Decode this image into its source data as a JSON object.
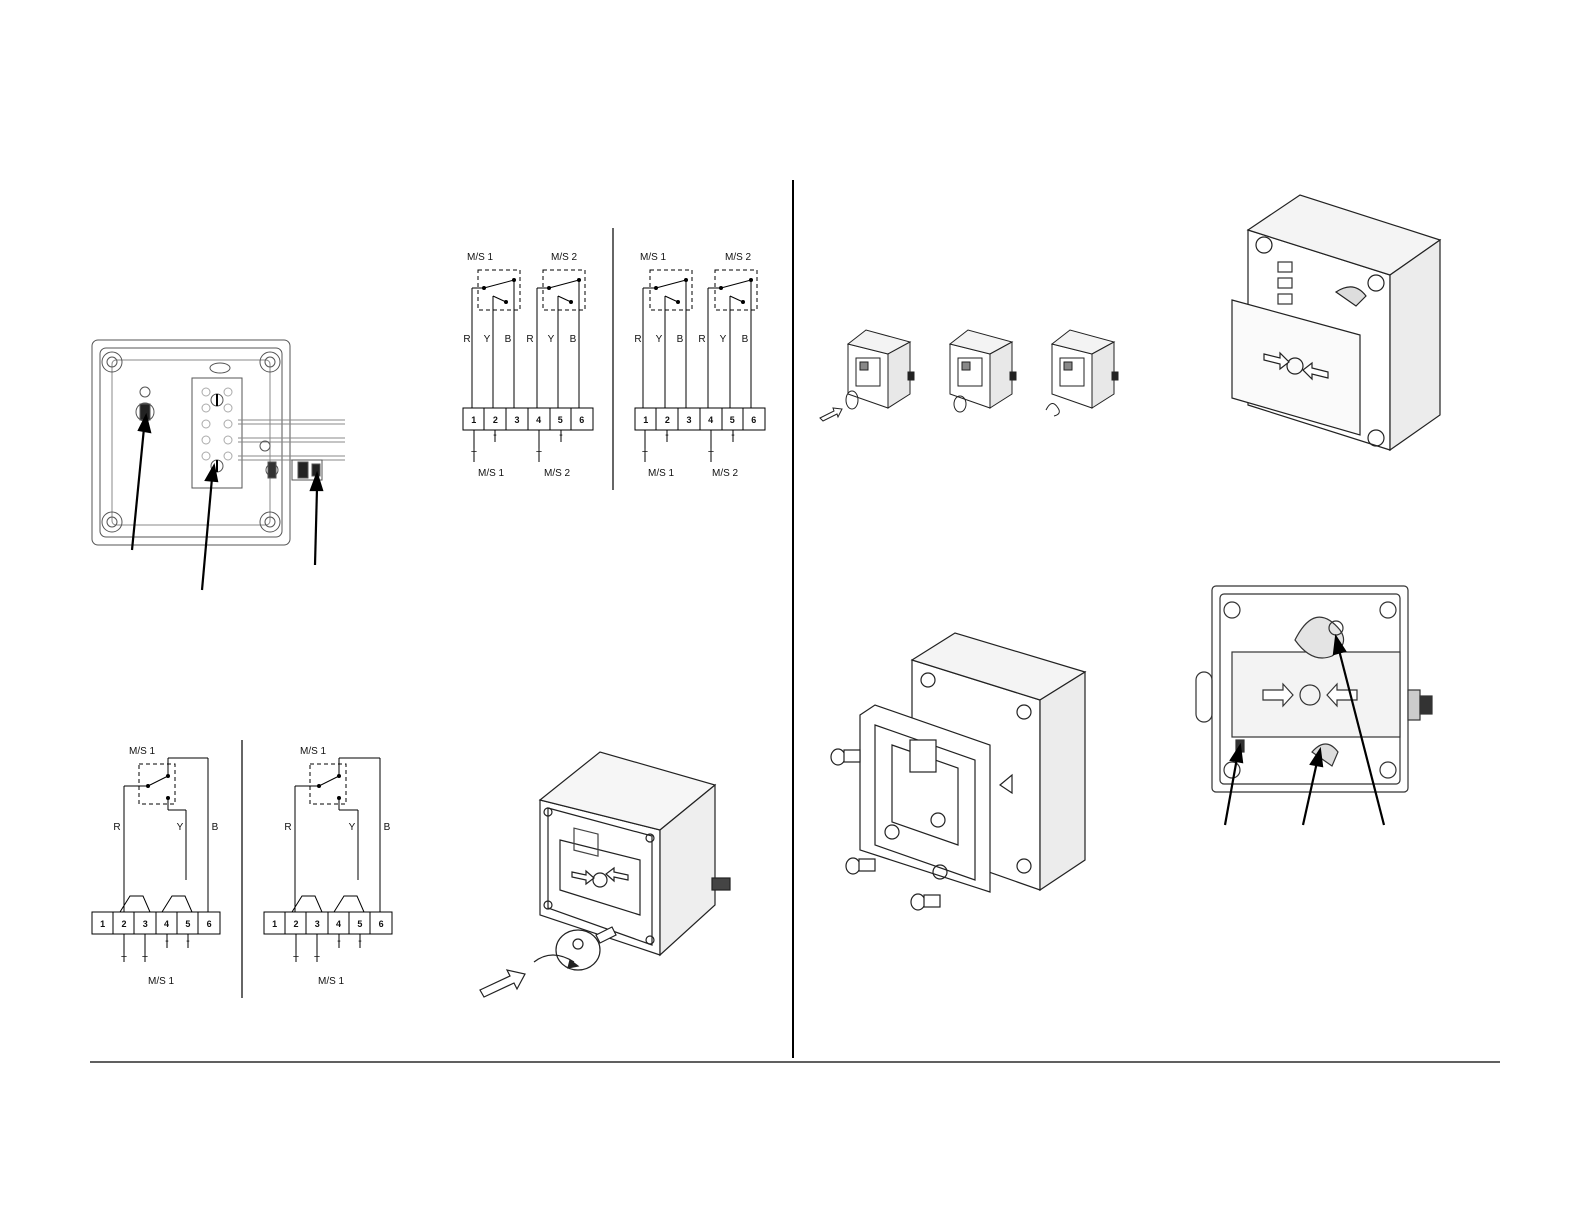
{
  "wiring_dual": {
    "left": {
      "top_ms1": "M/S 1",
      "top_ms2": "M/S 2",
      "wires": [
        "R",
        "Y",
        "B",
        "R",
        "Y",
        "B"
      ],
      "terminals": [
        "1",
        "2",
        "3",
        "4",
        "5",
        "6"
      ],
      "signs": [
        "+",
        "-",
        "+",
        "-"
      ],
      "bottom_ms1": "M/S 1",
      "bottom_ms2": "M/S 2"
    },
    "right": {
      "top_ms1": "M/S 1",
      "top_ms2": "M/S 2",
      "wires": [
        "R",
        "Y",
        "B",
        "R",
        "Y",
        "B"
      ],
      "terminals": [
        "1",
        "2",
        "3",
        "4",
        "5",
        "6"
      ],
      "signs": [
        "+",
        "-",
        "+",
        "-"
      ],
      "bottom_ms1": "M/S 1",
      "bottom_ms2": "M/S 2"
    }
  },
  "wiring_single": {
    "left": {
      "top_ms": "M/S 1",
      "wires": [
        "R",
        "Y",
        "B"
      ],
      "terminals": [
        "1",
        "2",
        "3",
        "4",
        "5",
        "6"
      ],
      "signs": [
        "+",
        "+",
        "-",
        "-"
      ],
      "bottom_ms": "M/S 1"
    },
    "right": {
      "top_ms": "M/S 1",
      "wires": [
        "R",
        "Y",
        "B"
      ],
      "terminals": [
        "1",
        "2",
        "3",
        "4",
        "5",
        "6"
      ],
      "signs": [
        "+",
        "+",
        "-",
        "-"
      ],
      "bottom_ms": "M/S 1"
    }
  }
}
